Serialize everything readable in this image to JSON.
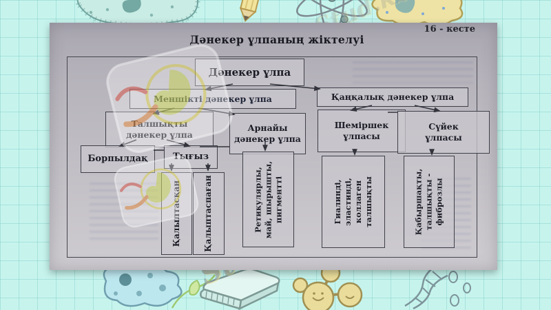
{
  "slide": {
    "table_label": "16 - кесте",
    "title": "Дәнекер ұлпаның жіктелуі"
  },
  "diagram": {
    "root": "Дәнекер ұлпа",
    "menshikti": "Меншікті дәнекер ұлпа",
    "qanqalyq": "Қаңқалық дәнекер ұлпа",
    "talshyqty": "Талшықты дәнекер ұлпа",
    "arnaiy": "Арнайы дәнекер ұлпа",
    "shemirshek": "Шеміршек ұлпасы",
    "suiek": "Сүйек ұлпасы",
    "borpyldaq": "Борпылдақ",
    "tygyz": "Тығыз",
    "qalyptasqan": "Қалыптасқан",
    "qalyptaspagan": "Қалыптаспаған",
    "arnaiy_types": "Ретикулярлы, май, шырышты, пигментті",
    "shemirshek_types": "Гиалинді, эластинді, коллаген талшықты",
    "suiek_types": "Қабыршақты, талшықты - фиброзлы"
  },
  "watermark": {
    "brand": "Stud.kz"
  },
  "colors": {
    "background": "#c6f4ed",
    "paper": "#c2bfc7",
    "line": "#3f3f49",
    "doodle_teal": "#79aaa4",
    "doodle_yellow": "#eee3a4"
  }
}
